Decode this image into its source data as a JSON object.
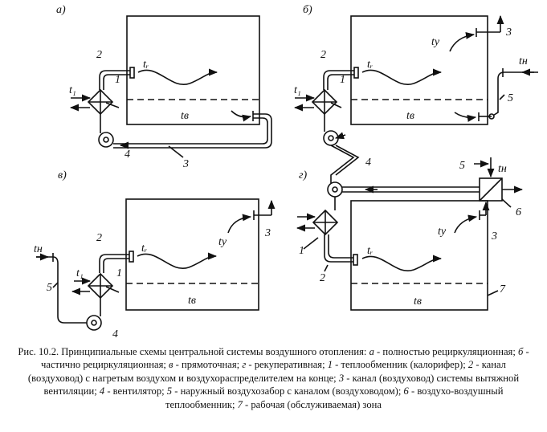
{
  "panels": {
    "a": {
      "tag": "а)",
      "labels": {
        "t1": "t₁",
        "tg": "tᵣ",
        "tv": "tв",
        "n1": "1",
        "n2": "2",
        "n3": "3",
        "n4": "4"
      }
    },
    "b": {
      "tag": "б)",
      "labels": {
        "t1": "t₁",
        "tg": "tᵣ",
        "ty": "tу",
        "tn": "tн",
        "tv": "tв",
        "n1": "1",
        "n2": "2",
        "n3": "3",
        "n5": "5"
      }
    },
    "v": {
      "tag": "в)",
      "labels": {
        "tn": "tн",
        "t1": "t₁",
        "tg": "tᵣ",
        "ty": "tу",
        "tv": "tв",
        "n1": "1",
        "n2": "2",
        "n3": "3",
        "n4": "4",
        "n5": "5"
      }
    },
    "g": {
      "tag": "г)",
      "labels": {
        "tn": "tн",
        "tg": "tᵣ",
        "ty": "tу",
        "tv": "tв",
        "n1": "1",
        "n2": "2",
        "n3": "3",
        "n5": "5",
        "n6": "6",
        "n7": "7"
      }
    },
    "shared": {
      "n4": "4"
    }
  },
  "caption": {
    "title": "Рис. 10.2. Принципиальные схемы центральной системы воздушного отопления: ",
    "items": [
      {
        "key": "а",
        "text": " - полностью рециркуляционная; "
      },
      {
        "key": "б",
        "text": " - частично рециркуляционная; "
      },
      {
        "key": "в",
        "text": " - прямоточная; "
      },
      {
        "key": "г",
        "text": " - рекуперативная; "
      },
      {
        "key": "1",
        "text": " - теплообменник (калорифер); "
      },
      {
        "key": "2",
        "text": " - канал (воздуховод) с нагретым воздухом и воздухораспределителем на конце; "
      },
      {
        "key": "3",
        "text": " - канал (воздуховод) системы вытяжной вентиляции; "
      },
      {
        "key": "4",
        "text": " - вентилятор; "
      },
      {
        "key": "5",
        "text": " - наружный воздухозабор с каналом (воздуховодом); "
      },
      {
        "key": "6",
        "text": " - воздухо-воздушный теплообменник; "
      },
      {
        "key": "7",
        "text": " - рабочая (обслуживаемая) зона"
      }
    ]
  }
}
